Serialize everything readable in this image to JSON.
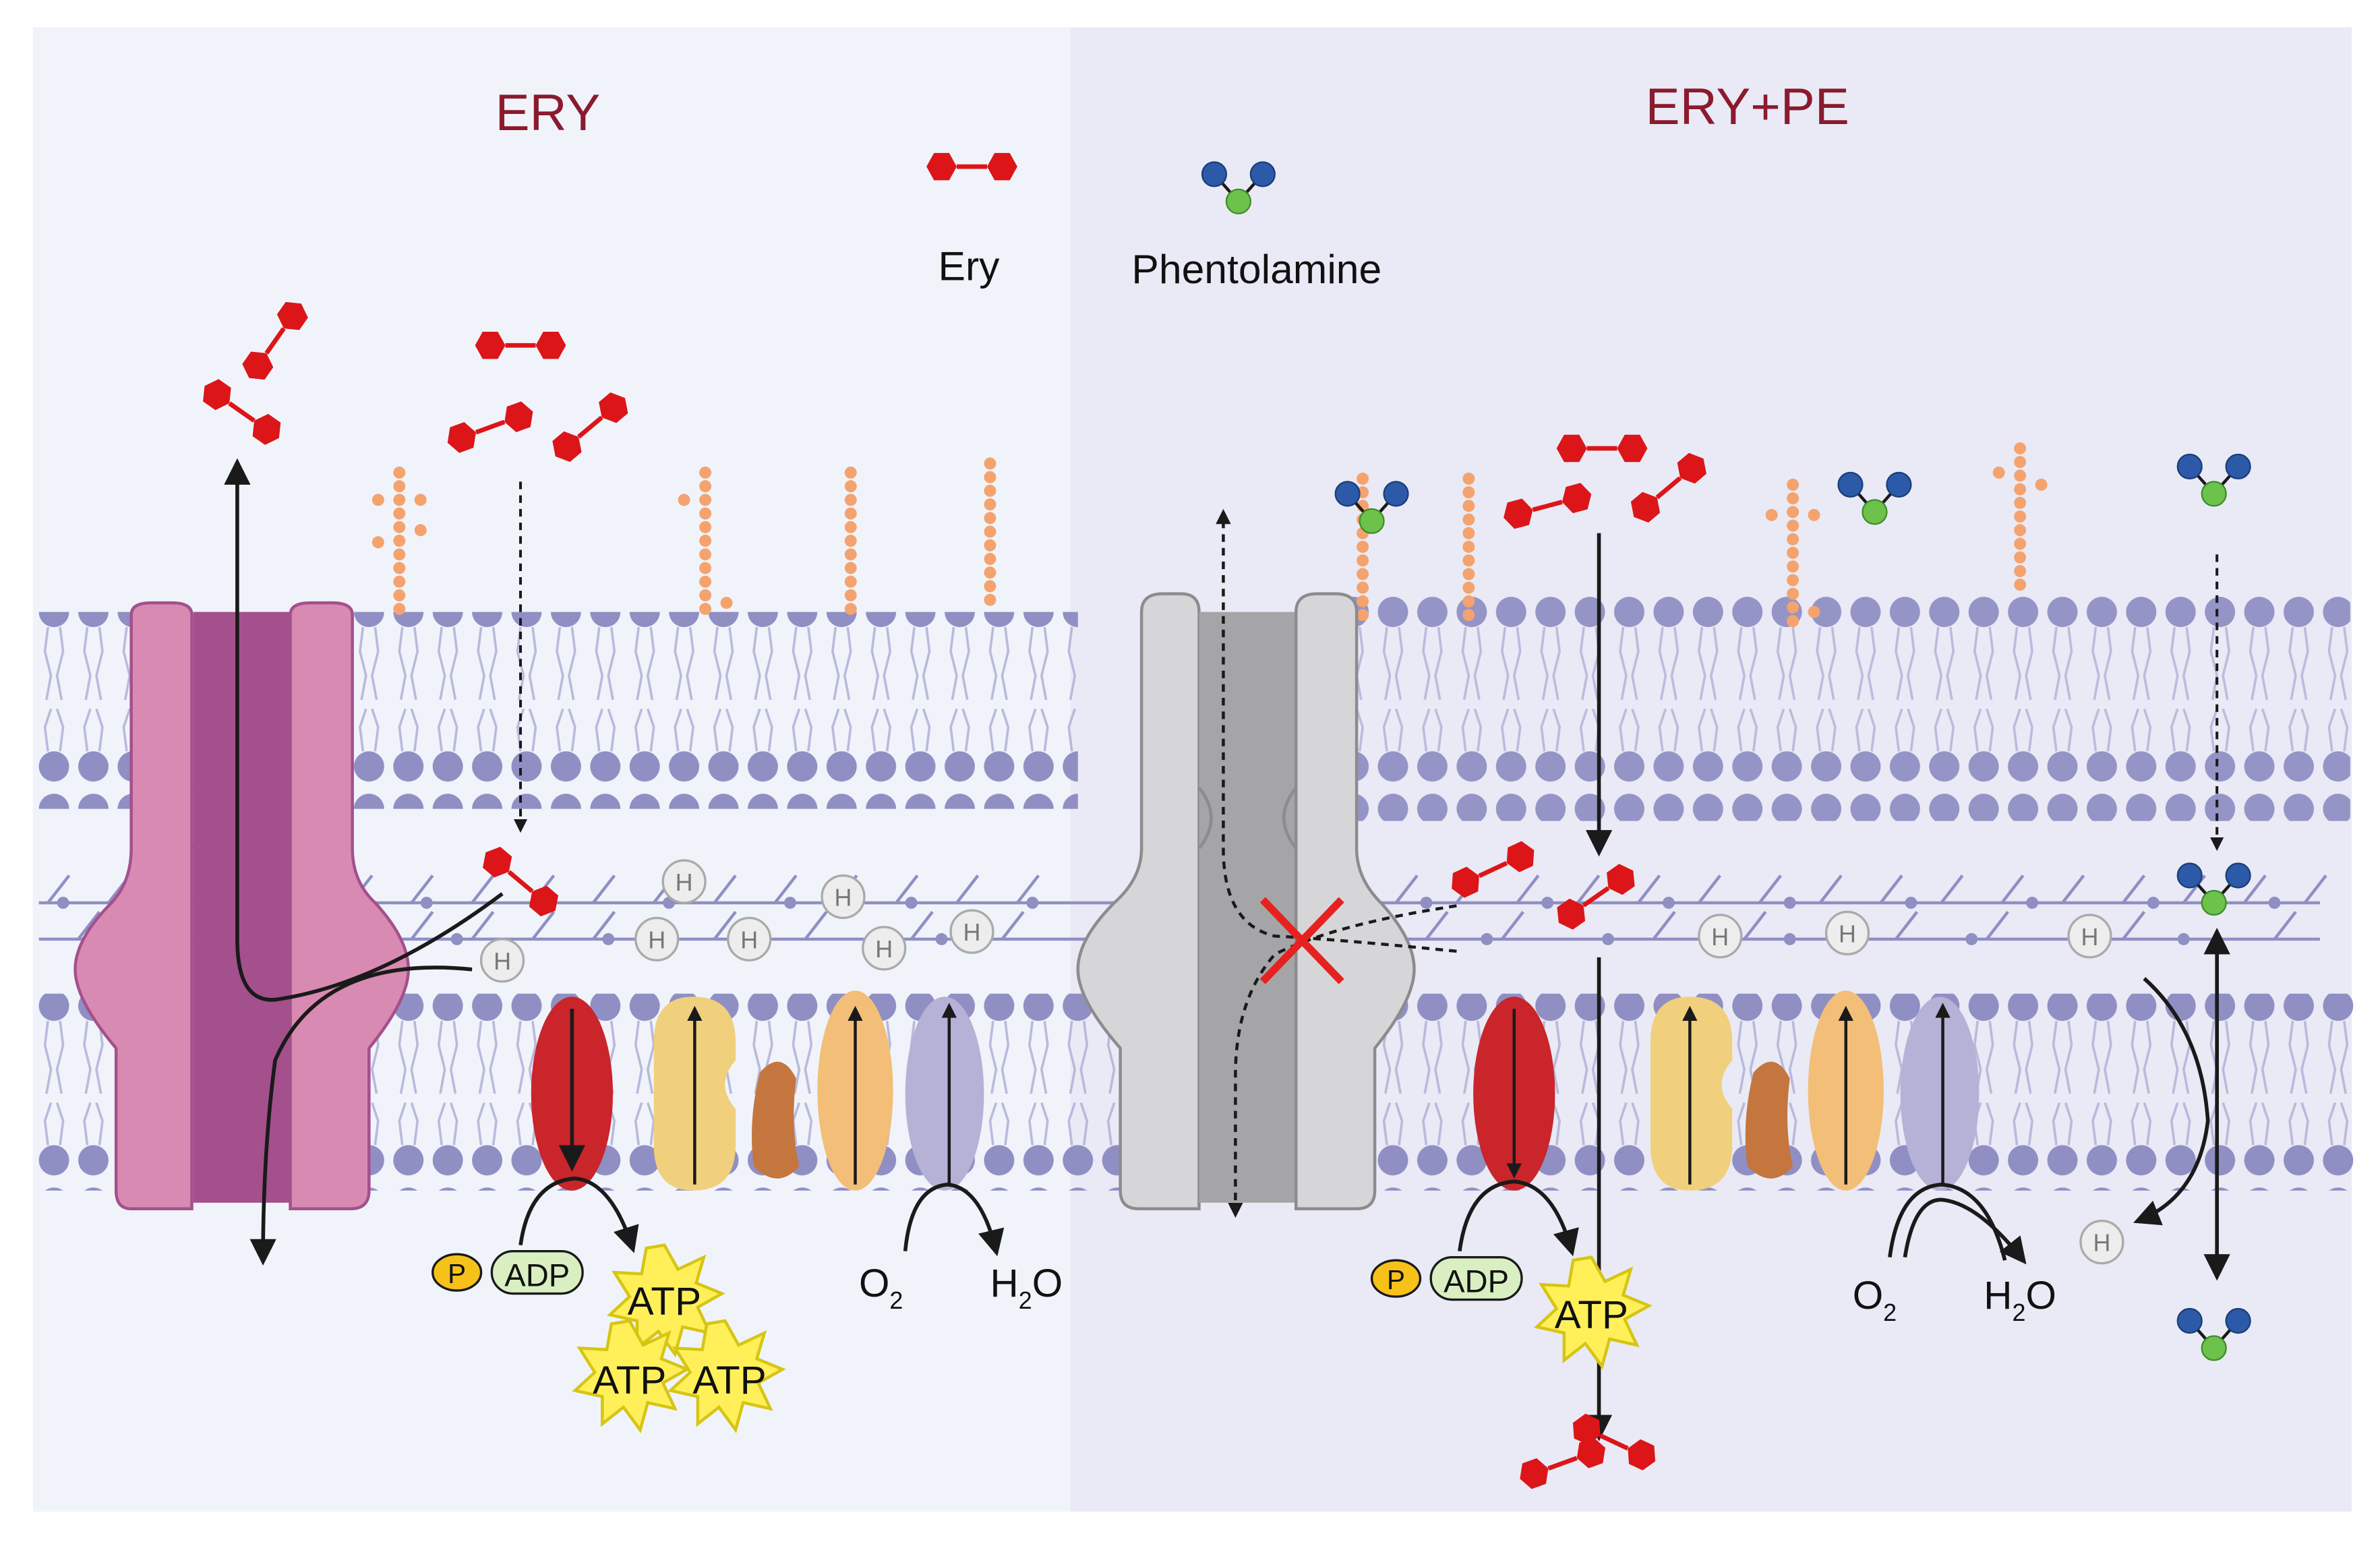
{
  "panels": {
    "left_title": "ERY",
    "right_title": "ERY+PE"
  },
  "legend": {
    "ery_label": "Ery",
    "phentolamine_label": "Phentolamine"
  },
  "labels": {
    "proton": "H",
    "phosphate": "P",
    "adp": "ADP",
    "atp": "ATP",
    "o2_main": "O",
    "o2_sub": "2",
    "h2o_h": "H",
    "h2o_sub": "2",
    "h2o_o": "O"
  },
  "colors": {
    "left_bg": "#f0f4fa",
    "right_bg": "#e9eaf5",
    "lipid_head": "#8f8fc4",
    "lipid_tail": "#b9b9dc",
    "ery_red": "#dc1519",
    "phentolamine_blue": "#2c5aa8",
    "phentolamine_green": "#6cc24a",
    "pump_pink": "#d98ab2",
    "pump_pink_dark": "#a4508d",
    "pump_gray": "#d6d6d8",
    "pump_gray_dark": "#a5a5a7",
    "complex_red": "#c9252b",
    "complex_yellow": "#f0d07c",
    "complex_orange": "#f3be77",
    "complex_brown": "#c4763e",
    "complex_lavender": "#b6b1d6",
    "glycan_orange": "#f4a36f",
    "block_x": "#e5221f",
    "atp_burst": "#fff05a"
  }
}
